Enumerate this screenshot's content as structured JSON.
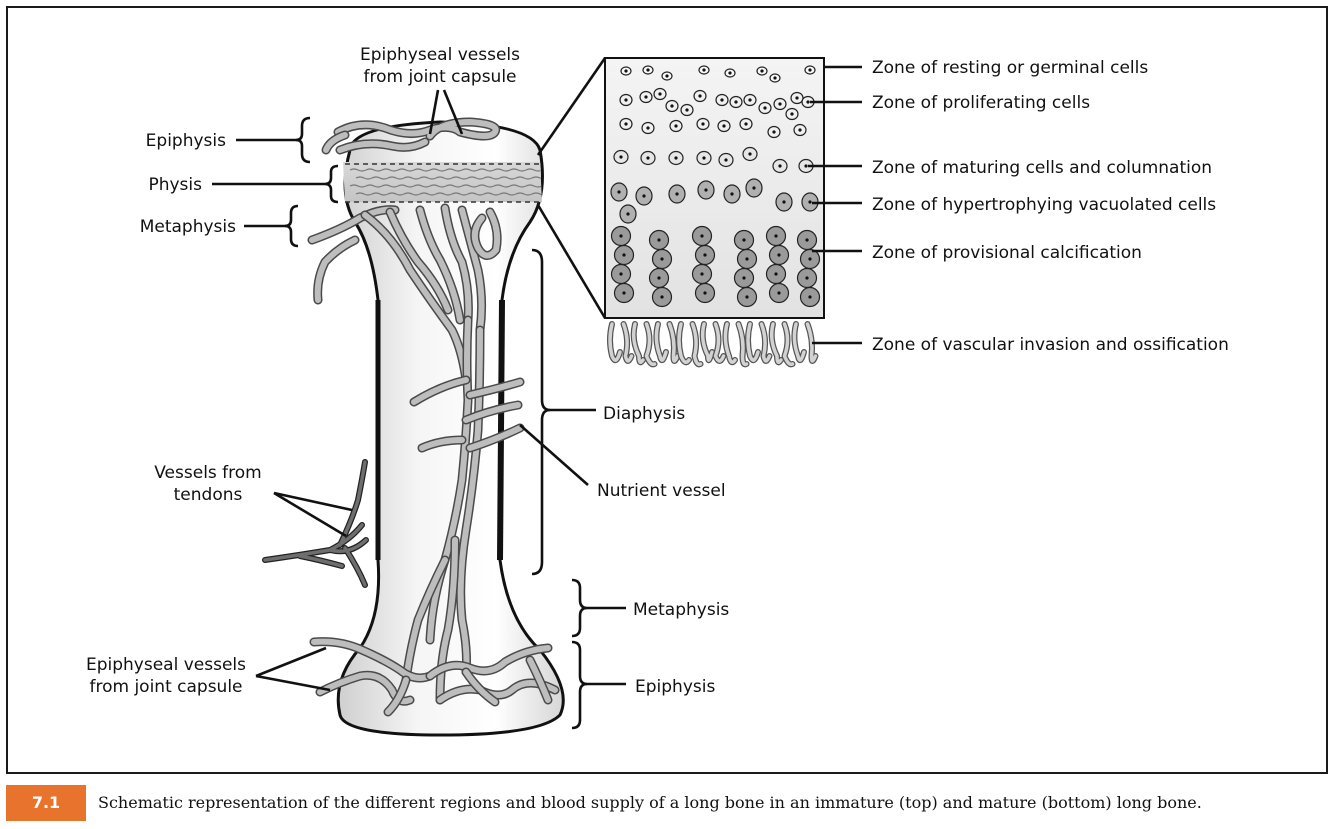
{
  "labels": {
    "epiphyseal_vessels_top_1": "Epiphyseal vessels",
    "epiphyseal_vessels_top_2": "from joint capsule",
    "epiphysis_top": "Epiphysis",
    "physis": "Physis",
    "metaphysis_top": "Metaphysis",
    "vessels_from_tendons_1": "Vessels from",
    "vessels_from_tendons_2": "tendons",
    "epiphyseal_vessels_bottom_1": "Epiphyseal vessels",
    "epiphyseal_vessels_bottom_2": "from joint capsule",
    "diaphysis": "Diaphysis",
    "nutrient_vessel": "Nutrient vessel",
    "metaphysis_bottom": "Metaphysis",
    "epiphysis_bottom": "Epiphysis"
  },
  "zones": [
    "Zone of resting or germinal cells",
    "Zone of proliferating cells",
    "Zone of maturing cells and columnation",
    "Zone of hypertrophying vacuolated cells",
    "Zone of provisional calcification",
    "Zone of vascular invasion and ossification"
  ],
  "figure": {
    "number": "7.1",
    "caption": "Schematic representation of the different regions and blood supply of a long bone in an immature (top) and mature (bottom) long bone.",
    "badge_color": "#e8732d"
  }
}
